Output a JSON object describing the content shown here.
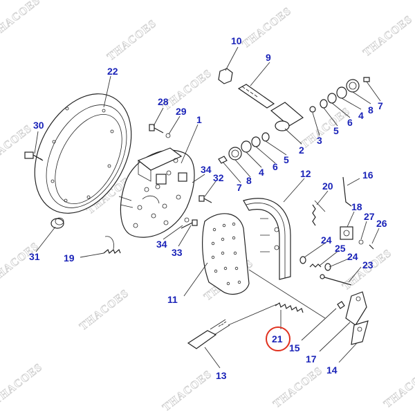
{
  "watermark": "THACOES",
  "callouts": [
    {
      "id": "c1",
      "label": "1"
    },
    {
      "id": "c2",
      "label": "2"
    },
    {
      "id": "c3",
      "label": "3"
    },
    {
      "id": "c4a",
      "label": "4"
    },
    {
      "id": "c4b",
      "label": "4"
    },
    {
      "id": "c5a",
      "label": "5"
    },
    {
      "id": "c5b",
      "label": "5"
    },
    {
      "id": "c6a",
      "label": "6"
    },
    {
      "id": "c6b",
      "label": "6"
    },
    {
      "id": "c7a",
      "label": "7"
    },
    {
      "id": "c7b",
      "label": "7"
    },
    {
      "id": "c8a",
      "label": "8"
    },
    {
      "id": "c8b",
      "label": "8"
    },
    {
      "id": "c9",
      "label": "9"
    },
    {
      "id": "c10",
      "label": "10"
    },
    {
      "id": "c11",
      "label": "11"
    },
    {
      "id": "c12",
      "label": "12"
    },
    {
      "id": "c13",
      "label": "13"
    },
    {
      "id": "c14",
      "label": "14"
    },
    {
      "id": "c15",
      "label": "15"
    },
    {
      "id": "c16",
      "label": "16"
    },
    {
      "id": "c17",
      "label": "17"
    },
    {
      "id": "c18",
      "label": "18"
    },
    {
      "id": "c19",
      "label": "19"
    },
    {
      "id": "c20",
      "label": "20"
    },
    {
      "id": "c21",
      "label": "21"
    },
    {
      "id": "c22",
      "label": "22"
    },
    {
      "id": "c23",
      "label": "23"
    },
    {
      "id": "c24a",
      "label": "24"
    },
    {
      "id": "c24b",
      "label": "24"
    },
    {
      "id": "c25",
      "label": "25"
    },
    {
      "id": "c26",
      "label": "26"
    },
    {
      "id": "c27",
      "label": "27"
    },
    {
      "id": "c28",
      "label": "28"
    },
    {
      "id": "c29",
      "label": "29"
    },
    {
      "id": "c30",
      "label": "30"
    },
    {
      "id": "c31",
      "label": "31"
    },
    {
      "id": "c32",
      "label": "32"
    },
    {
      "id": "c33",
      "label": "33"
    },
    {
      "id": "c34a",
      "label": "34"
    },
    {
      "id": "c34b",
      "label": "34"
    }
  ],
  "highlight": {
    "label": "21",
    "color": "#e0301e"
  },
  "colors": {
    "callout": "#1a23b8",
    "line": "#222222",
    "watermark": "#cfcfcf"
  }
}
